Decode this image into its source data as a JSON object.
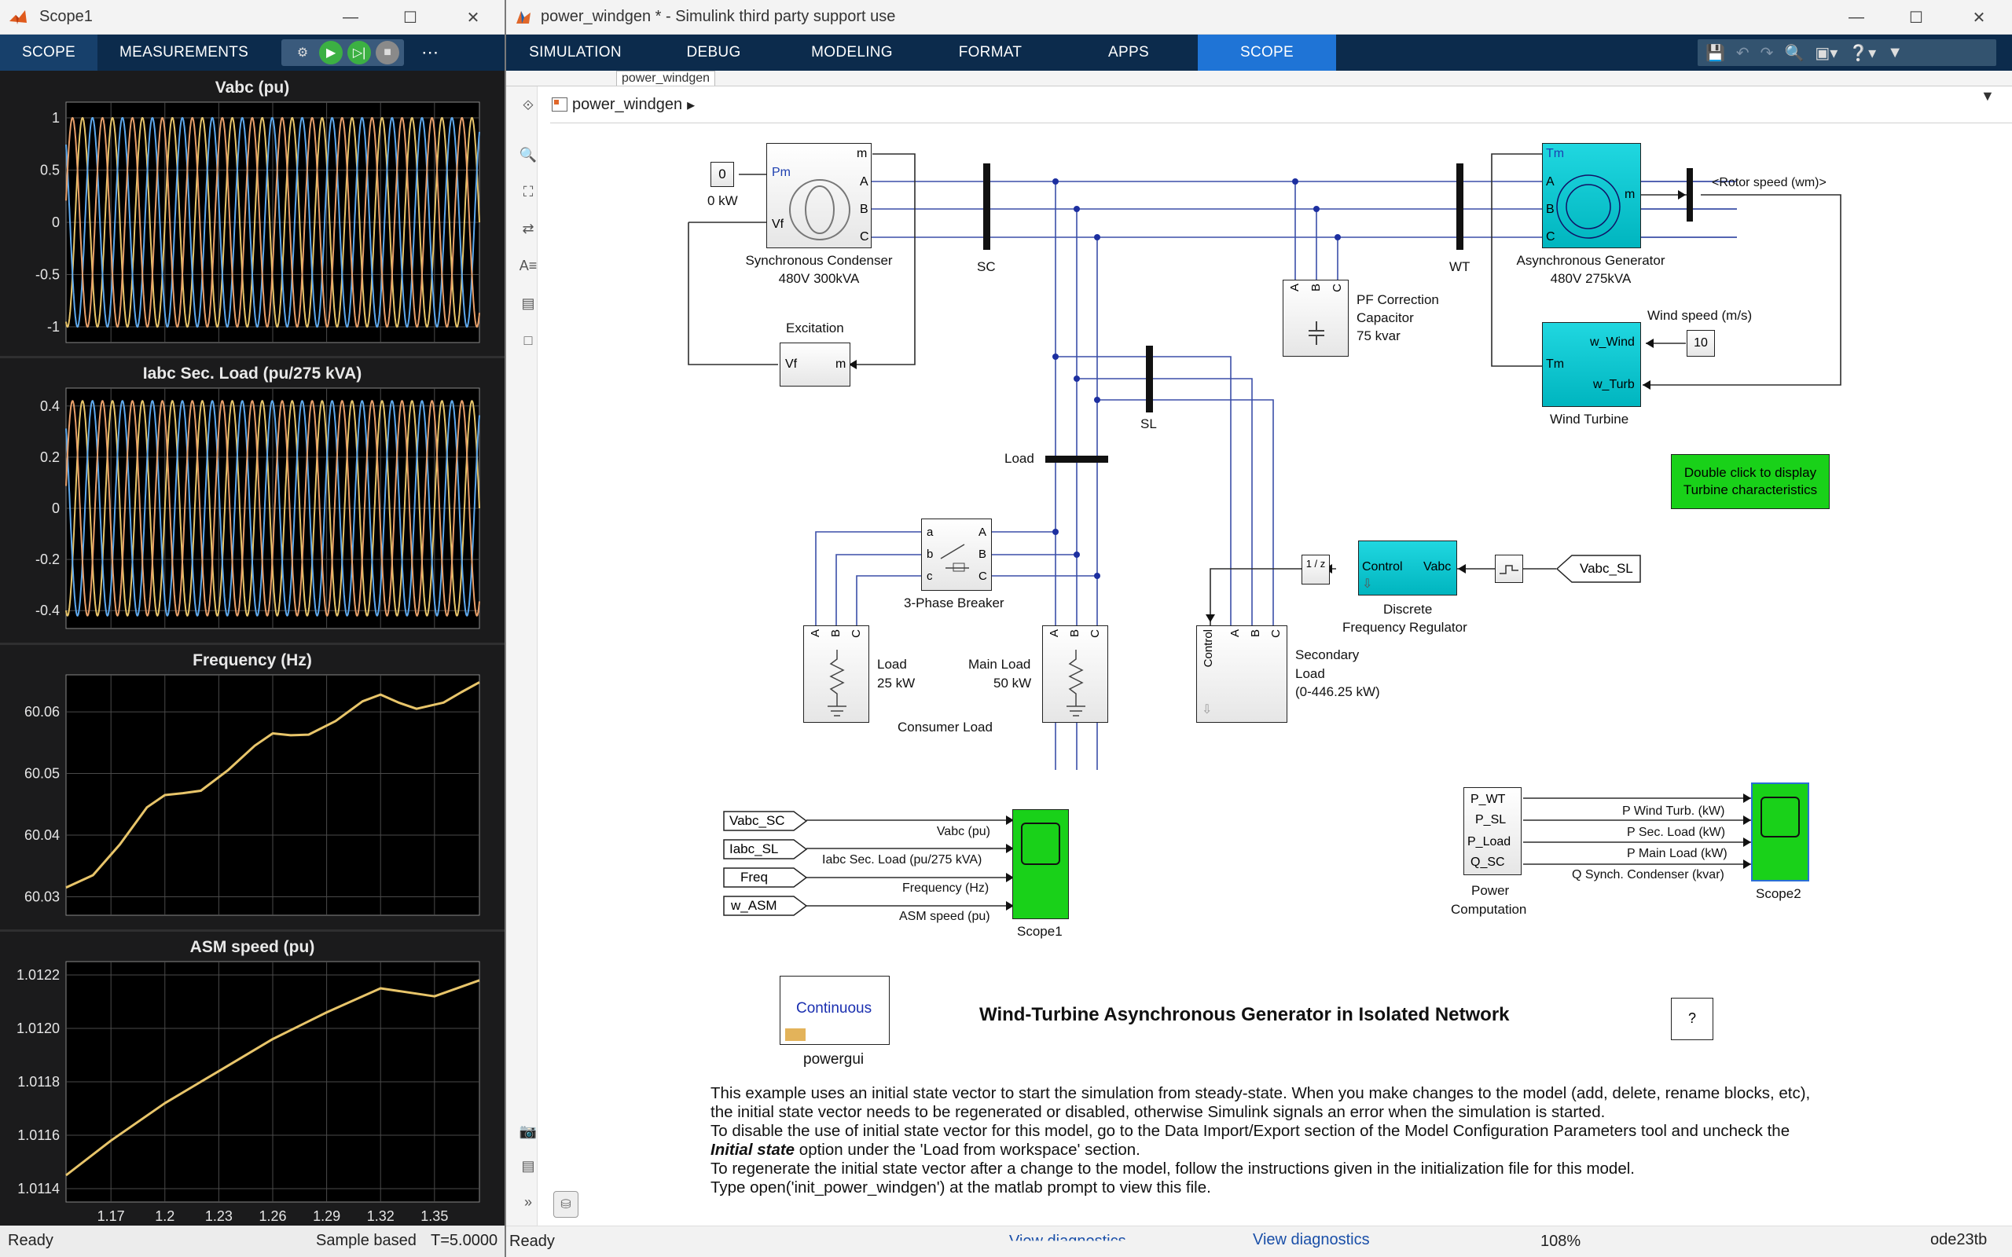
{
  "scope_window": {
    "title": "Scope1",
    "tabs": [
      "SCOPE",
      "MEASUREMENTS"
    ],
    "active_tab": "SCOPE",
    "axes": [
      {
        "title": "Vabc (pu)",
        "yticks": [
          "1",
          "0.5",
          "0",
          "-0.5",
          "-1"
        ]
      },
      {
        "title": "Iabc Sec. Load (pu/275 kVA)",
        "yticks": [
          "0.4",
          "0.2",
          "0",
          "-0.2",
          "-0.4"
        ]
      },
      {
        "title": "Frequency (Hz)",
        "yticks": [
          "60.06",
          "60.05",
          "60.04",
          "60.03"
        ]
      },
      {
        "title": "ASM speed (pu)",
        "yticks": [
          "1.0122",
          "1.0120",
          "1.0118",
          "1.0116",
          "1.0114"
        ]
      }
    ],
    "xticks": [
      "1.17",
      "1.2",
      "1.23",
      "1.26",
      "1.29",
      "1.32",
      "1.35"
    ],
    "status": {
      "left": "Ready",
      "mode": "Sample based",
      "time": "T=5.0000"
    },
    "colors": {
      "phase_a": "#e8c56a",
      "phase_b": "#5ea9ee",
      "phase_c": "#e8a06a",
      "background": "#000000"
    }
  },
  "chart_data": [
    {
      "type": "line",
      "title": "Vabc (pu)",
      "ylim": [
        -1.15,
        1.15
      ],
      "xlim": [
        1.145,
        1.375
      ],
      "frequency_hz": 60,
      "series": [
        {
          "name": "",
          "amplitude": 1,
          "phase_deg": 0
        },
        {
          "name": "",
          "amplitude": 1,
          "phase_deg": -120
        },
        {
          "name": "",
          "amplitude": 1,
          "phase_deg": 120
        }
      ]
    },
    {
      "type": "line",
      "title": "Iabc Sec. Load (pu/275 kVA)",
      "ylim": [
        -0.47,
        0.47
      ],
      "xlim": [
        1.145,
        1.375
      ],
      "frequency_hz": 60,
      "series": [
        {
          "name": "",
          "amplitude": 0.42,
          "phase_deg": 0
        },
        {
          "name": "",
          "amplitude": 0.42,
          "phase_deg": -120
        },
        {
          "name": "",
          "amplitude": 0.42,
          "phase_deg": 120
        }
      ]
    },
    {
      "type": "line",
      "title": "Frequency (Hz)",
      "ylim": [
        60.027,
        60.066
      ],
      "xlim": [
        1.145,
        1.375
      ],
      "x": [
        1.145,
        1.16,
        1.175,
        1.19,
        1.2,
        1.21,
        1.22,
        1.235,
        1.25,
        1.26,
        1.27,
        1.28,
        1.295,
        1.31,
        1.32,
        1.33,
        1.34,
        1.355,
        1.365,
        1.375
      ],
      "y": [
        60.0315,
        60.0335,
        60.0385,
        60.0445,
        60.0465,
        60.0468,
        60.0472,
        60.0505,
        60.0545,
        60.0565,
        60.0562,
        60.0563,
        60.0585,
        60.0617,
        60.0628,
        60.0615,
        60.0605,
        60.0615,
        60.0632,
        60.0648
      ]
    },
    {
      "type": "line",
      "title": "ASM speed (pu)",
      "ylim": [
        1.01135,
        1.01225
      ],
      "xlim": [
        1.145,
        1.375
      ],
      "x": [
        1.145,
        1.17,
        1.2,
        1.23,
        1.26,
        1.29,
        1.32,
        1.35,
        1.375
      ],
      "y": [
        1.01145,
        1.01158,
        1.01172,
        1.01184,
        1.01196,
        1.01206,
        1.01215,
        1.01212,
        1.01218
      ]
    }
  ],
  "sim_window": {
    "title": "power_windgen * - Simulink third party support use",
    "tabs": [
      "SIMULATION",
      "DEBUG",
      "MODELING",
      "FORMAT",
      "APPS",
      "SCOPE"
    ],
    "active_tab": "SCOPE",
    "model_tab": "power_windgen",
    "breadcrumb": "power_windgen",
    "status": {
      "left": "Ready",
      "diag1": "View diagnostics",
      "diag2": "View diagnostics",
      "zoom": "108%",
      "solver": "ode23tb"
    }
  },
  "diagram": {
    "const0": "0",
    "const0_label": "0 kW",
    "sync_cond": {
      "ports_in": [
        "Pm",
        "Vf"
      ],
      "ports_out": [
        "m",
        "A",
        "B",
        "C"
      ],
      "name": "Synchronous Condenser",
      "rating": "480V 300kVA"
    },
    "sc_bus": "SC",
    "wt_bus": "WT",
    "sl_bus": "SL",
    "excitation": {
      "name": "Excitation",
      "in": "Vf",
      "out": "m"
    },
    "pf_cap": {
      "ports": [
        "A",
        "B",
        "C"
      ],
      "name": "PF Correction",
      "name2": "Capacitor",
      "rating": "75 kvar"
    },
    "async_gen": {
      "ports_in": [
        "Tm",
        "A",
        "B",
        "C"
      ],
      "port_out": "m",
      "name": "Asynchronous Generator",
      "rating": "480V 275kVA"
    },
    "rotor_speed": "<Rotor speed (wm)>",
    "wind_speed_label": "Wind speed (m/s)",
    "wind_speed_value": "10",
    "wind_turbine": {
      "ports": [
        "w_Wind",
        "Tm",
        "w_Turb"
      ],
      "name": "Wind Turbine"
    },
    "turbine_char": "Double click to display Turbine characteristics",
    "load_bus": "Load",
    "breaker": {
      "name": "3-Phase Breaker",
      "ports": [
        "a",
        "b",
        "c",
        "A",
        "B",
        "C"
      ]
    },
    "load25": {
      "name": "Load",
      "rating": "25 kW"
    },
    "main_load": {
      "name": "Main Load",
      "rating": "50 kW"
    },
    "consumer_load": "Consumer Load",
    "sec_load": {
      "in": "Control",
      "name": "Secondary",
      "name2": "Load",
      "rating": "(0-446.25 kW)"
    },
    "z1": "1 / z",
    "freq_reg": {
      "in": "Control",
      "out": "Vabc",
      "name": "Discrete",
      "name2": "Frequency Regulator"
    },
    "vabc_sl": "Vabc_SL",
    "goto_tags": [
      "Vabc_SC",
      "Iabc_SL",
      "Freq",
      "w_ASM"
    ],
    "scope1_signals": [
      "Vabc (pu)",
      "Iabc Sec. Load (pu/275 kVA)",
      "Frequency (Hz)",
      "ASM speed (pu)"
    ],
    "scope1": "Scope1",
    "power_comp": {
      "ports": [
        "P_WT",
        "P_SL",
        "P_Load",
        "Q_SC"
      ],
      "name": "Power",
      "name2": "Computation"
    },
    "scope2_signals": [
      "P Wind Turb.  (kW)",
      "P Sec. Load  (kW)",
      "P Main Load (kW)",
      "Q Synch.  Condenser (kvar)"
    ],
    "scope2": "Scope2",
    "powergui": {
      "mode": "Continuous",
      "name": "powergui"
    },
    "model_title": "Wind-Turbine Asynchronous Generator in Isolated Network",
    "help": "?",
    "description": [
      "This example uses an initial state vector to start the simulation from steady-state. When you make changes to the model (add, delete, rename blocks, etc),",
      "the initial state vector needs to be regenerated or disabled, otherwise Simulink signals an error when the simulation is started.",
      "To disable the use of initial state vector for this model, go to the Data Import/Export section of the Model Configuration Parameters tool and uncheck the",
      "option under the 'Load from workspace' section.",
      "To regenerate the initial state vector after a change to the model, follow the instructions given in the initialization file for this model.",
      "Type open('init_power_windgen') at the matlab prompt to view this file."
    ],
    "description_bold": "Initial state"
  }
}
